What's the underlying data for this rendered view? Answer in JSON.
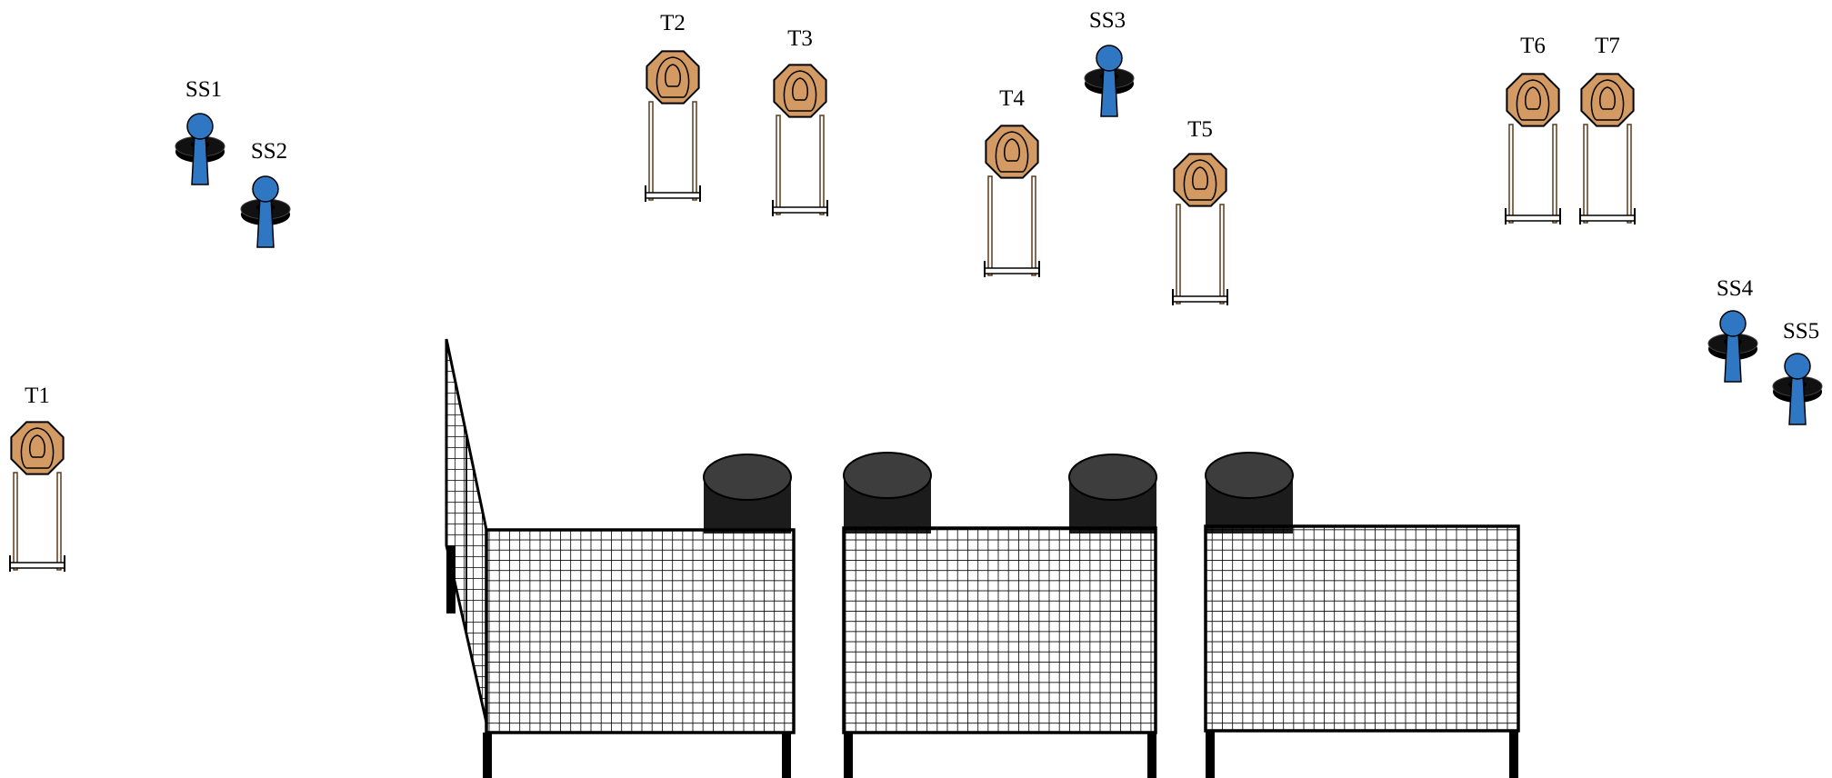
{
  "targets": [
    {
      "id": "t1",
      "label": "T1"
    },
    {
      "id": "t2",
      "label": "T2"
    },
    {
      "id": "t3",
      "label": "T3"
    },
    {
      "id": "t4",
      "label": "T4"
    },
    {
      "id": "t5",
      "label": "T5"
    },
    {
      "id": "t6",
      "label": "T6"
    },
    {
      "id": "t7",
      "label": "T7"
    }
  ],
  "stops": [
    {
      "id": "ss1",
      "label": "SS1"
    },
    {
      "id": "ss2",
      "label": "SS2"
    },
    {
      "id": "ss3",
      "label": "SS3"
    },
    {
      "id": "ss4",
      "label": "SS4"
    },
    {
      "id": "ss5",
      "label": "SS5"
    }
  ],
  "colors": {
    "target_fill": "#d39b63",
    "stop_fill": "#2f77c3",
    "stop_base": "#000000",
    "barrel_fill": "#1c1c1c",
    "barrel_top": "#3d3d3d",
    "fence_line": "#000000"
  }
}
